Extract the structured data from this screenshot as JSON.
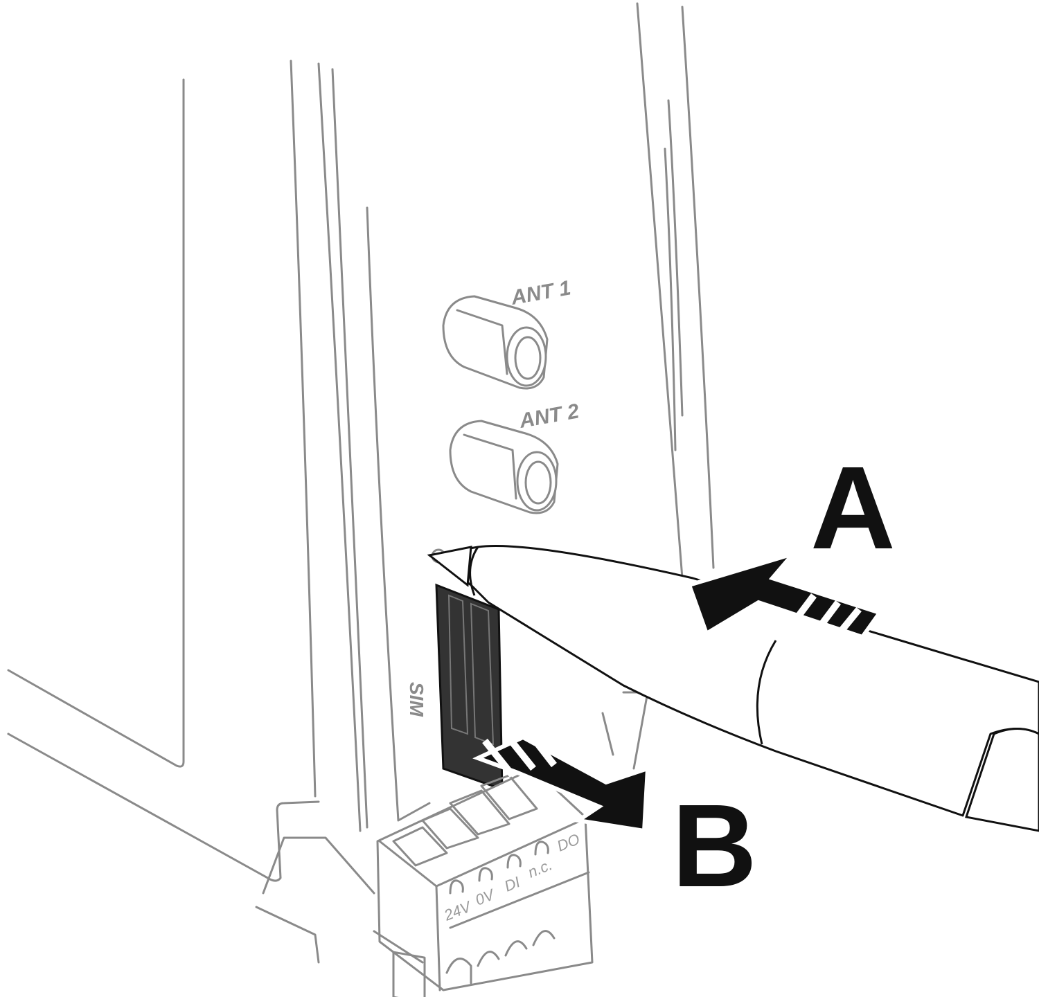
{
  "labels": {
    "ant1": "ANT 1",
    "ant2": "ANT 2",
    "sim": "SIM",
    "step_a": "A",
    "step_b": "B"
  },
  "terminals": [
    "24V",
    "0V",
    "DI",
    "n.c.",
    "DO"
  ],
  "colors": {
    "line": "#8a8a8a",
    "ink": "#111111",
    "slot": "#333333"
  }
}
